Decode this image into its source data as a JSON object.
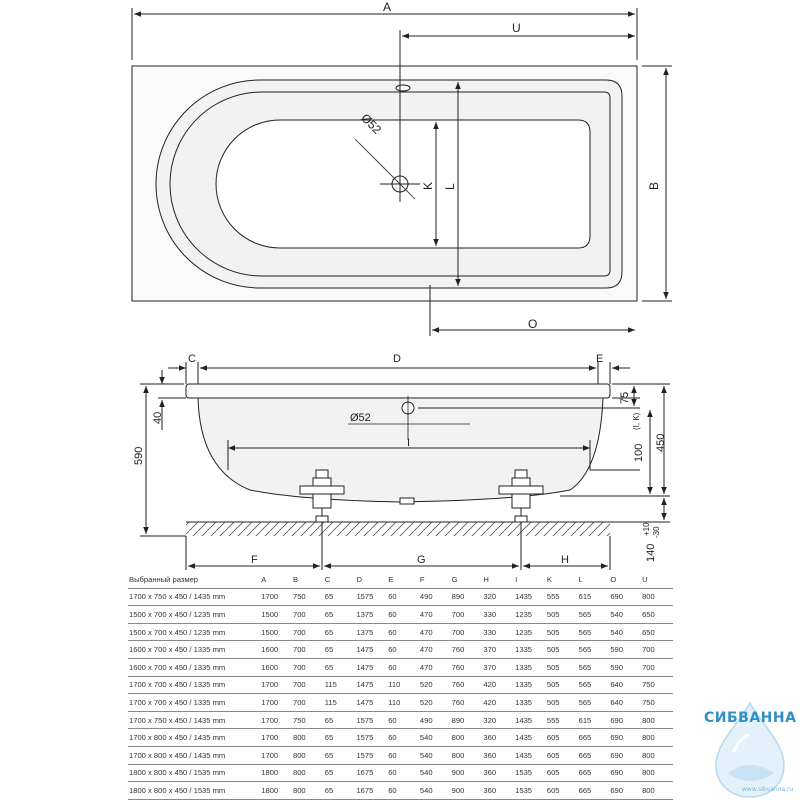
{
  "top_view": {
    "dim_a": "A",
    "dim_u": "U",
    "dim_b": "B",
    "dim_o": "O",
    "dim_l": "L",
    "dim_k": "K",
    "dim_drain": "Ø52"
  },
  "side_view": {
    "dim_c": "C",
    "dim_d": "D",
    "dim_e": "E",
    "dim_40": "40",
    "dim_590": "590",
    "dim_drain": "Ø52",
    "dim_i": "I",
    "dim_75": "75",
    "dim_100": "100",
    "dim_100_sub": "(I, K)",
    "dim_450": "450",
    "dim_140": "140",
    "dim_140_sup": "+10",
    "dim_140_sub": "-30",
    "dim_f": "F",
    "dim_g": "G",
    "dim_h": "H"
  },
  "table": {
    "headers": [
      "Выбранный размер",
      "A",
      "B",
      "C",
      "D",
      "E",
      "F",
      "G",
      "H",
      "I",
      "K",
      "L",
      "O",
      "U"
    ],
    "rows": [
      [
        "1700 x 750 x 450 / 1435 mm",
        "1700",
        "750",
        "65",
        "1575",
        "60",
        "490",
        "890",
        "320",
        "1435",
        "555",
        "615",
        "690",
        "800"
      ],
      [
        "1500 x 700 x 450 / 1235 mm",
        "1500",
        "700",
        "65",
        "1375",
        "60",
        "470",
        "700",
        "330",
        "1235",
        "505",
        "565",
        "540",
        "650"
      ],
      [
        "1500 x 700 x 450 / 1235 mm",
        "1500",
        "700",
        "65",
        "1375",
        "60",
        "470",
        "700",
        "330",
        "1235",
        "505",
        "565",
        "540",
        "650"
      ],
      [
        "1600 x 700 x 450 / 1335 mm",
        "1600",
        "700",
        "65",
        "1475",
        "60",
        "470",
        "760",
        "370",
        "1335",
        "505",
        "565",
        "590",
        "700"
      ],
      [
        "1600 x 700 x 450 / 1335 mm",
        "1600",
        "700",
        "65",
        "1475",
        "60",
        "470",
        "760",
        "370",
        "1335",
        "505",
        "565",
        "590",
        "700"
      ],
      [
        "1700 x 700 x 450 / 1335 mm",
        "1700",
        "700",
        "115",
        "1475",
        "110",
        "520",
        "760",
        "420",
        "1335",
        "505",
        "565",
        "640",
        "750"
      ],
      [
        "1700 x 700 x 450 / 1335 mm",
        "1700",
        "700",
        "115",
        "1475",
        "110",
        "520",
        "760",
        "420",
        "1335",
        "505",
        "565",
        "640",
        "750"
      ],
      [
        "1700 x 750 x 450 / 1435 mm",
        "1700",
        "750",
        "65",
        "1575",
        "60",
        "490",
        "890",
        "320",
        "1435",
        "555",
        "615",
        "690",
        "800"
      ],
      [
        "1700 x 800 x 450 / 1435 mm",
        "1700",
        "800",
        "65",
        "1575",
        "60",
        "540",
        "800",
        "360",
        "1435",
        "605",
        "665",
        "690",
        "800"
      ],
      [
        "1700 x 800 x 450 / 1435 mm",
        "1700",
        "800",
        "65",
        "1575",
        "60",
        "540",
        "800",
        "360",
        "1435",
        "605",
        "665",
        "690",
        "800"
      ],
      [
        "1800 x 800 x 450 / 1535 mm",
        "1800",
        "800",
        "65",
        "1675",
        "60",
        "540",
        "900",
        "360",
        "1535",
        "605",
        "665",
        "690",
        "800"
      ],
      [
        "1800 x 800 x 450 / 1535 mm",
        "1800",
        "800",
        "65",
        "1675",
        "60",
        "540",
        "900",
        "360",
        "1535",
        "605",
        "665",
        "690",
        "800"
      ]
    ]
  },
  "logo": {
    "name": "СИБВАННА",
    "url": "www.sibvanna.ru"
  },
  "colors": {
    "line": "#222222",
    "tub_fill": "#f2f2f2",
    "logo_blue": "#2f8fcb"
  }
}
